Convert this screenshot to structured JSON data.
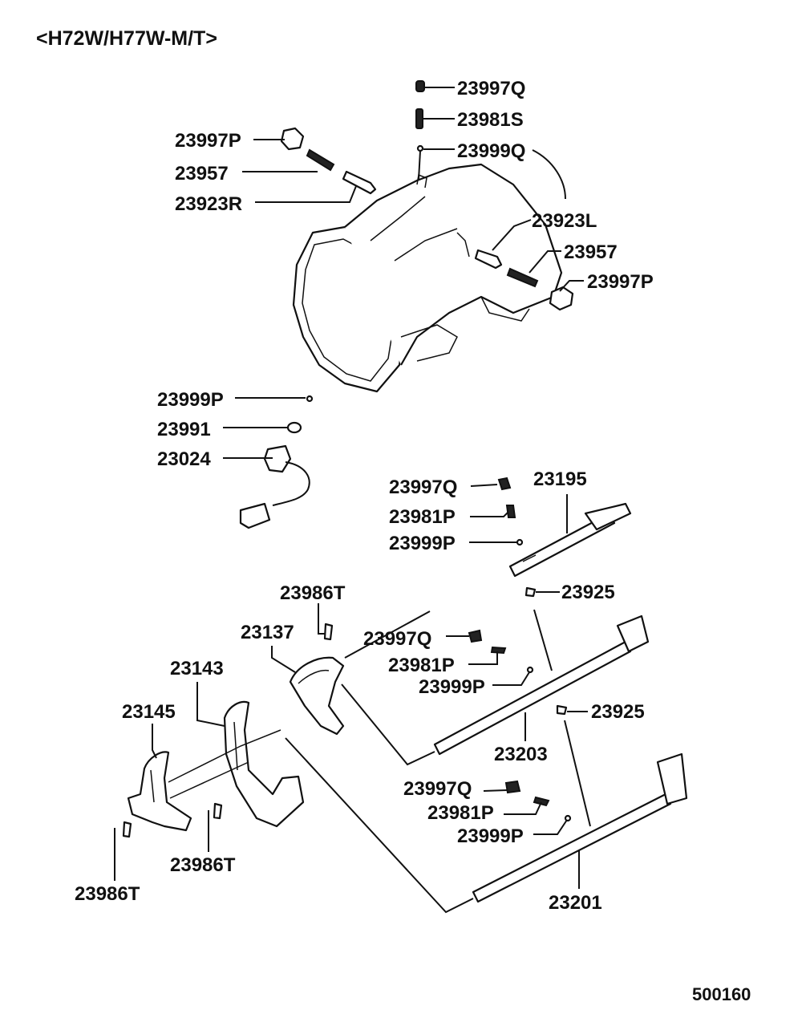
{
  "title": "<H72W/H77W-M/T>",
  "figure_number": "500160",
  "labels": {
    "p23997Q_a": "23997Q",
    "p23981S": "23981S",
    "p23999Q": "23999Q",
    "p23997P_a": "23997P",
    "p23957_a": "23957",
    "p23923R": "23923R",
    "p23923L": "23923L",
    "p23957_b": "23957",
    "p23997P_b": "23997P",
    "p23999P_a": "23999P",
    "p23991": "23991",
    "p23024": "23024",
    "p23997Q_b": "23997Q",
    "p23195": "23195",
    "p23981P_a": "23981P",
    "p23999P_b": "23999P",
    "p23925_a": "23925",
    "p23986T_a": "23986T",
    "p23137": "23137",
    "p23997Q_c": "23997Q",
    "p23981P_b": "23981P",
    "p23143": "23143",
    "p23999P_c": "23999P",
    "p23145": "23145",
    "p23925_b": "23925",
    "p23203": "23203",
    "p23997Q_d": "23997Q",
    "p23981P_c": "23981P",
    "p23999P_d": "23999P",
    "p23986T_b": "23986T",
    "p23986T_c": "23986T",
    "p23201": "23201"
  }
}
